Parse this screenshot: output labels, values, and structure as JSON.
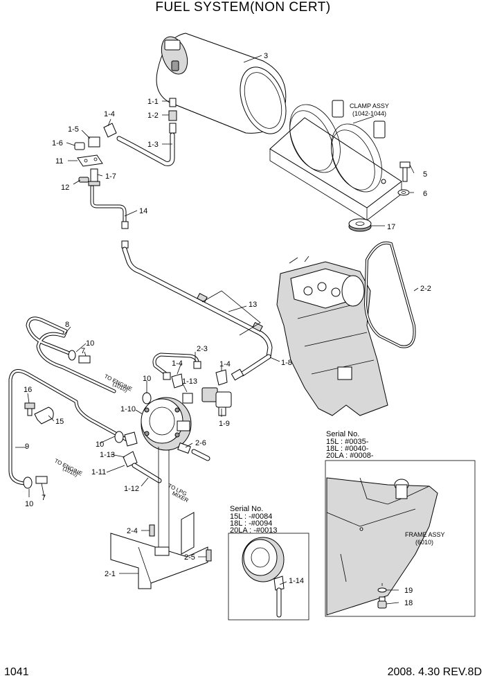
{
  "title": "FUEL SYSTEM(NON CERT)",
  "footer": {
    "page": "1041",
    "revision": "2008. 4.30  REV.8D"
  },
  "callouts": {
    "c3": "3",
    "c1_1": "1-1",
    "c1_2": "1-2",
    "c1_3": "1-3",
    "c1_4a": "1-4",
    "c1_5": "1-5",
    "c1_6": "1-6",
    "c11": "11",
    "c12": "12",
    "c1_7": "1-7",
    "c14": "14",
    "c5": "5",
    "c6": "6",
    "c17": "17",
    "c2_2": "2-2",
    "c13": "13",
    "c8": "8",
    "c10a": "10",
    "c7a": "7",
    "c2_3": "2-3",
    "c1_4b": "1-4",
    "c1_4c": "1-4",
    "c1_8": "1-8",
    "c10b": "10",
    "c1_13a": "1-13",
    "c16": "16",
    "c1_10": "1-10",
    "c1_9": "1-9",
    "c15": "15",
    "c10c": "10",
    "c2_6": "2-6",
    "c9": "9",
    "c1_13b": "1-13",
    "c1_11": "1-11",
    "c1_12": "1-12",
    "c10d": "10",
    "c7b": "7",
    "c2_4": "2-4",
    "c2_5": "2-5",
    "c2_1": "2-1",
    "c1_14": "1-14",
    "c19": "19",
    "c18": "18"
  },
  "notes": {
    "clamp_assy_1": "CLAMP ASSY",
    "clamp_assy_2": "(1042-1044)",
    "to_engine_top_1": "TO ENGINE",
    "to_engine_top_2": "(1010)",
    "to_engine_bot_1": "TO ENGINE",
    "to_engine_bot_2": "(1010)",
    "to_lpg_1": "TO LPG",
    "to_lpg_2": "MIXER",
    "frame_assy_1": "FRAME ASSY",
    "frame_assy_2": "(6010)"
  },
  "inset_left": {
    "heading": "Serial No.",
    "lines": [
      "15L : -#0084",
      "18L : -#0094",
      "20LA : -#0013"
    ]
  },
  "inset_right": {
    "heading": "Serial No.",
    "lines": [
      "15L : #0035-",
      "18L : #0040-",
      "20LA : #0008-"
    ]
  }
}
